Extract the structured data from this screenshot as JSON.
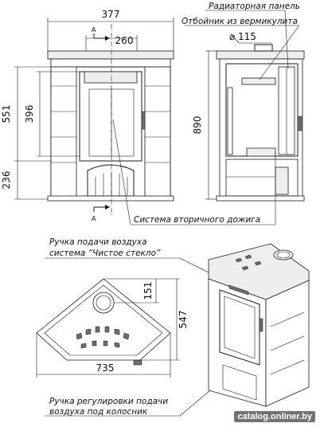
{
  "dimensions": {
    "front_width": "377",
    "front_inner_width": "260",
    "front_height": "551",
    "door_height": "396",
    "base_height": "236",
    "total_height": "890",
    "flue_diameter": "⌀ 115",
    "top_offset": "151",
    "top_depth": "547",
    "top_width": "735"
  },
  "labels": {
    "radiator_panel": "Радиаторная панель",
    "vermiculite_deflector": "Отбойник из вермикулита",
    "secondary_burn": "Система вторичного дожига",
    "air_handle_line1": "Ручка подачи воздуха",
    "air_handle_line2": "система “Чистое стекло”",
    "grate_handle_line1": "Ручка регулировки подачи",
    "grate_handle_line2": "воздуха под колосник",
    "section_mark_top": "A",
    "section_mark_bottom": "A"
  },
  "watermark": "catalog.onliner.by"
}
